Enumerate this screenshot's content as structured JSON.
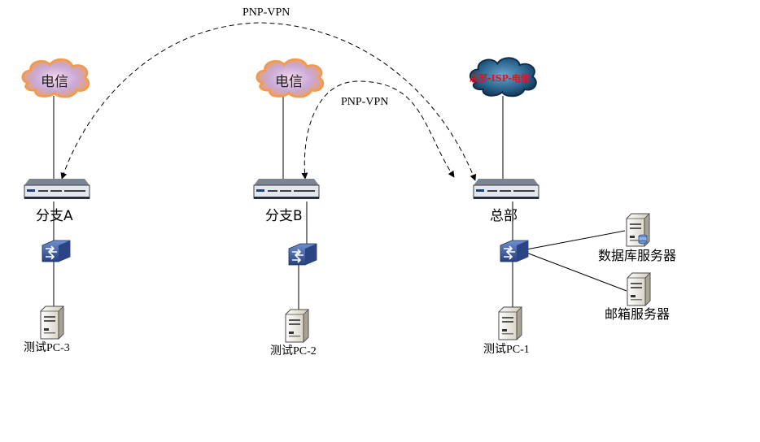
{
  "vpn_labels": {
    "outer": "PNP-VPN",
    "inner": "PNP-VPN"
  },
  "clouds": {
    "branch_a": {
      "label": "电信",
      "style": "orange"
    },
    "branch_b": {
      "label": "电信",
      "style": "orange"
    },
    "hq": {
      "label": "总部-ISP-电信",
      "style": "dark-blue"
    }
  },
  "routers": {
    "branch_a": {
      "label": "分支A"
    },
    "branch_b": {
      "label": "分支B"
    },
    "hq": {
      "label": "总部"
    }
  },
  "pcs": {
    "pc3": {
      "label": "测试PC-3"
    },
    "pc2": {
      "label": "测试PC-2"
    },
    "pc1": {
      "label": "测试PC-1"
    }
  },
  "servers": {
    "db": {
      "label": "数据库服务器"
    },
    "mail": {
      "label": "邮箱服务器"
    }
  },
  "colors": {
    "cloud_orange": "#f39a4a",
    "cloud_dark": "#1e4d73",
    "hq_text": "#e0141e",
    "switch_blue": "#3d5ea8",
    "line": "#000000"
  },
  "icons": [
    "cloud-icon",
    "router-icon",
    "switch-icon",
    "server-icon",
    "database-server-icon"
  ]
}
